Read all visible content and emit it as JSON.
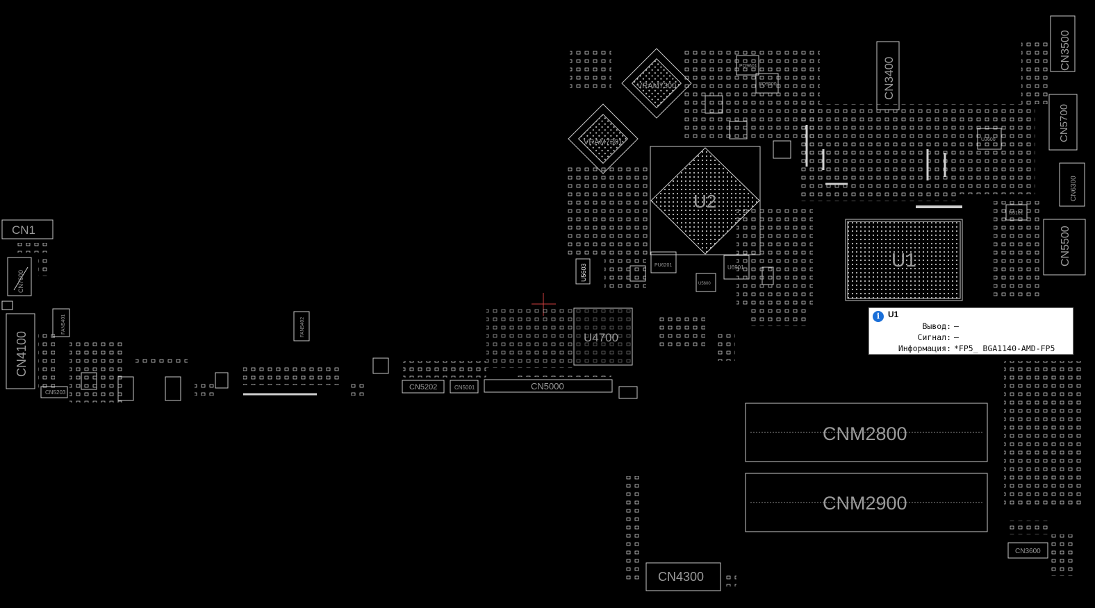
{
  "components": {
    "cn1": "CN1",
    "cn7600": "CN7600",
    "cn4100": "CN4100",
    "fan5401": "FAN5401",
    "fan5402": "FAN5402",
    "cn5203": "CN5203",
    "cn5202": "CN5202",
    "cn5001": "CN5001",
    "cn5000": "CN5000",
    "u4700": "U4700",
    "u5603": "U5603",
    "vram7300": "VRAM7300",
    "vram7301": "VRAM7301",
    "u2": "U2",
    "u1": "U1",
    "pu6201": "PU6201",
    "u6901": "U6901",
    "u5600": "U5600",
    "cn3400": "CN3400",
    "cn3500": "CN3500",
    "cn5700": "CN5700",
    "cn6300": "CN6300",
    "cn5500": "CN5500",
    "u3600": "U3600",
    "u5101": "U5101",
    "cnm2800": "CNM2800",
    "cnm2900": "CNM2900",
    "cn4300": "CN4300",
    "cn3600": "CN3600",
    "pq9601": "PQ9601",
    "pq9500": "PQ9500"
  },
  "tooltip": {
    "icon": "info-icon",
    "title": "U1",
    "pin_label": "Вывод:",
    "pin_value": "—",
    "signal_label": "Сигнал:",
    "signal_value": "—",
    "info_label": "Информация:",
    "info_value": "*FP5_ BGA1140-AMD-FP5"
  },
  "colors": {
    "background": "#000000",
    "outline": "#c8c8c8",
    "label": "#9a9a9a",
    "tooltip_bg": "#ffffff",
    "info_icon": "#1a6fd8"
  }
}
